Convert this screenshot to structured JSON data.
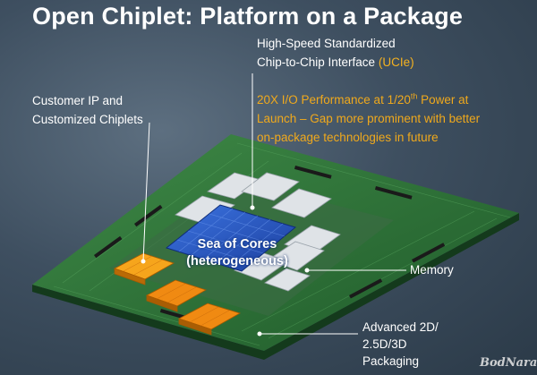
{
  "slide": {
    "title": "Open Chiplet: Platform on a Package",
    "labels": {
      "ucie_line1": "High-Speed Standardized",
      "ucie_line2_prefix": "Chip-to-Chip Interface",
      "ucie_highlight": "(UCIe)",
      "perf_line1_a": "20X I/O Performance at 1/20",
      "perf_line1_sup": "th",
      "perf_line1_b": " Power at",
      "perf_line2": "Launch – Gap more prominent with better",
      "perf_line3": "on-package technologies in future",
      "customer_line1": "Customer IP and",
      "customer_line2": "Customized Chiplets",
      "sea_line1": "Sea of Cores",
      "sea_line2": "(heterogeneous)",
      "memory": "Memory",
      "adv_line1": "Advanced 2D/",
      "adv_line2": "2.5D/3D",
      "adv_line3": "Packaging"
    },
    "watermark": "BodNara",
    "colors": {
      "accent": "#f0a91c",
      "substrate": "#2f7a3a",
      "core_blue": "#2456c8",
      "chiplet_orange": "#f08a12",
      "memory_gray": "#d9dde2"
    }
  }
}
